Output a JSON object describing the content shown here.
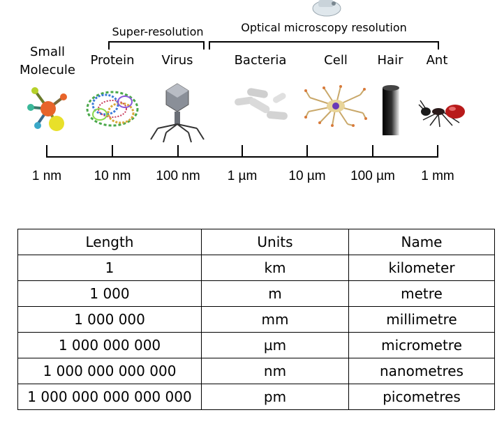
{
  "diagram": {
    "groups": [
      {
        "label": "Super-resolution"
      },
      {
        "label": "Optical microscopy resolution"
      }
    ],
    "objects": [
      {
        "label": "Small\nMolecule",
        "icon": "molecule-icon"
      },
      {
        "label": "Protein",
        "icon": "protein-icon"
      },
      {
        "label": "Virus",
        "icon": "virus-icon"
      },
      {
        "label": "Bacteria",
        "icon": "bacteria-icon"
      },
      {
        "label": "Cell",
        "icon": "cell-icon"
      },
      {
        "label": "Hair",
        "icon": "hair-icon"
      },
      {
        "label": "Ant",
        "icon": "ant-icon"
      }
    ],
    "scale": [
      "1 nm",
      "10 nm",
      "100 nm",
      "1 µm",
      "10 µm",
      "100 µm",
      "1 mm"
    ],
    "top_icon": "microscope-icon"
  },
  "table": {
    "headers": [
      "Length",
      "Units",
      "Name"
    ],
    "rows": [
      [
        "1",
        "km",
        "kilometer"
      ],
      [
        "1 000",
        "m",
        "metre"
      ],
      [
        "1 000 000",
        "mm",
        "millimetre"
      ],
      [
        "1 000 000 000",
        "µm",
        "micrometre"
      ],
      [
        "1 000 000 000 000",
        "nm",
        "nanometres"
      ],
      [
        "1 000 000 000 000 000",
        "pm",
        "picometres"
      ]
    ]
  }
}
